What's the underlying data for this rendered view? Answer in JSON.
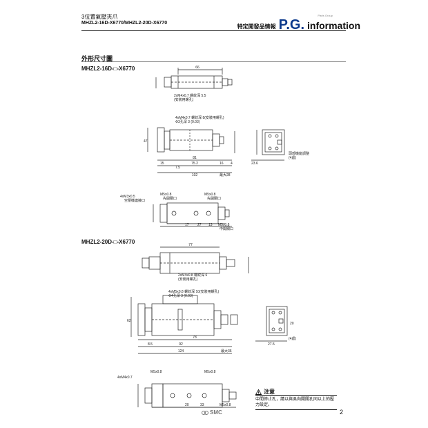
{
  "header": {
    "title_line1": "3位置氣壓夾爪",
    "title_line2": "MHZL2-16D-X6770/MHZL2-20D-X6770",
    "special_product": "特定開發品情報",
    "brand_pg": "P.G.",
    "brand_info": "information",
    "brand_small": "Parts Group"
  },
  "section_title": "外形尺寸圖",
  "model_16": "MHZL2-16D-□-X6770",
  "model_20": "MHZL2-20D-□-X6770",
  "dims_16": {
    "top_len": "66",
    "thread_a": "2xM4x0.7 螺紋深 5.5",
    "thread_a_note": "(安裝用螺孔)",
    "thread_b": "4xM4x0.7 螺紋深 8(安裝用螺孔)",
    "thread_b_note": "Φ3孔深 3 (0.03)",
    "h47": "47",
    "d81": "81",
    "d75": "75.2",
    "d15": "15",
    "d7": "7.5",
    "d102": "102",
    "dstroke": "最大28",
    "d16": "16",
    "d4": "4",
    "d236": "23.6",
    "side_note": "頭部機能調整",
    "side_note2": "(4處)",
    "bot_left": "4xM3x0.5",
    "bot_left_note": "空壓機連接口",
    "m5a": "M5x0.8",
    "m5a_note": "先開關口",
    "m5b": "M5x0.8",
    "m5b_note": "先開關口",
    "m5c": "M5x0.8",
    "m5c_note": "中開關口",
    "d17": "17",
    "d27": "27",
    "d13": "13"
  },
  "dims_20": {
    "top_len": "77",
    "thread_a": "2xM4x0.8 螺紋深 6",
    "thread_a_note": "(安裝用螺孔)",
    "thread_b": "4xM5x0.8 螺紋深 10(安裝用螺孔)",
    "thread_b_note": "Φ4孔深 3 (0.03)",
    "h62": "62",
    "d78": "78",
    "d92": "92",
    "d124": "124",
    "d85": "8.5",
    "dstroke": "最大36",
    "d20": "20",
    "d275": "27.5",
    "side_note": "(4處)",
    "bot_left": "4xM4x0.7",
    "m5a": "M5x0.8",
    "m5b": "M5x0.8",
    "m5c": "M5x0.8",
    "d20b": "20",
    "d33": "33"
  },
  "warning": {
    "title": "注意",
    "text": "中間停止孔，請以與吳向開關孔同以上的壓力設定。"
  },
  "footer": {
    "logo": "SMC",
    "page": "2"
  }
}
